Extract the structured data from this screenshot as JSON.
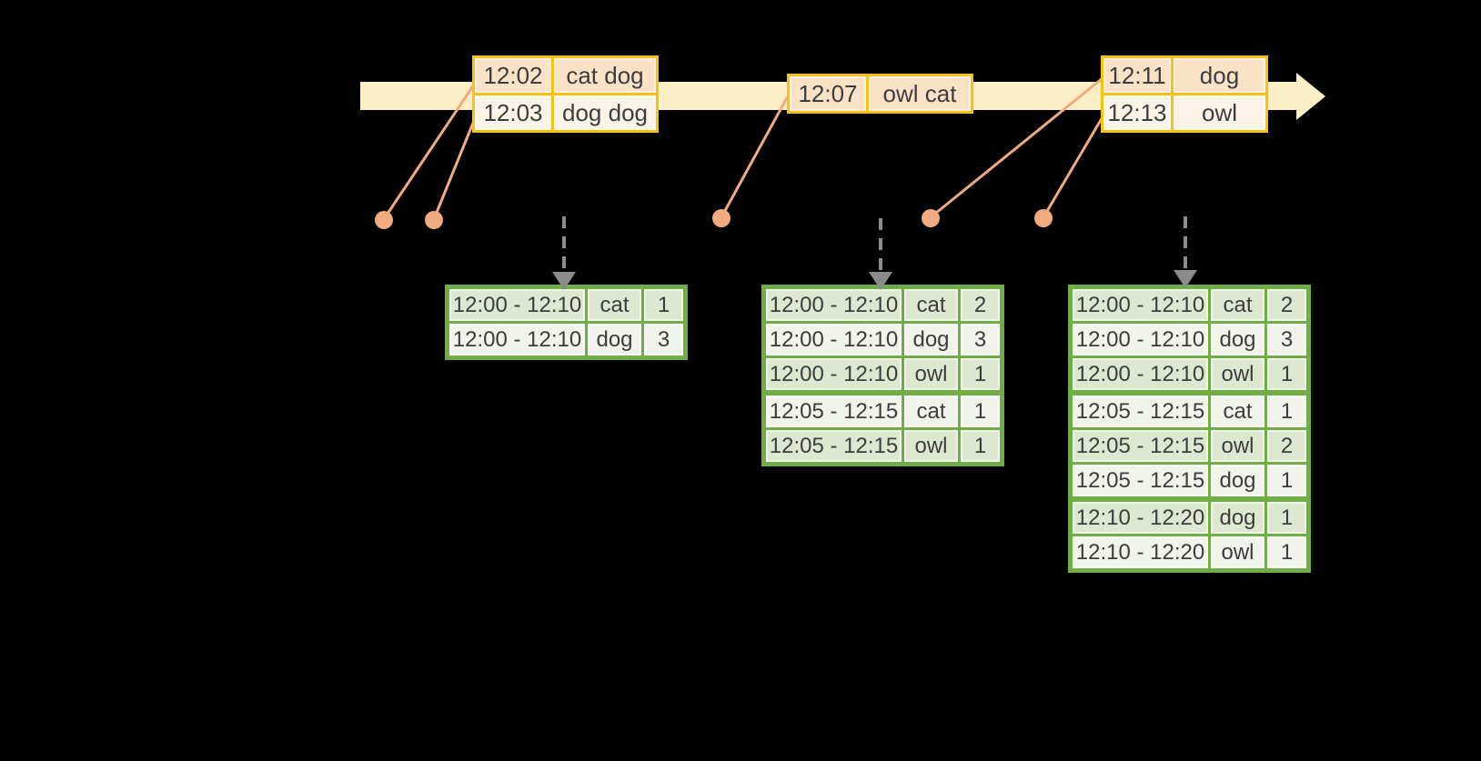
{
  "colors": {
    "background": "#000000",
    "timeline_arrow": "#FCEFC6",
    "event_table_border": "#FCC011",
    "event_row_peach": "#FAE2C6",
    "event_row_cream": "#FDF4E7",
    "connector": "#F1AB7F",
    "trigger_arrow": "#8C8C8C",
    "result_table_border": "#70AD47",
    "result_row_dark": "#DCE8D0",
    "result_row_light": "#F0F4EB",
    "text": "#3D3D3D"
  },
  "icons": {
    "timeline_arrowhead": "right-arrowhead",
    "event_dot": "circle-marker",
    "trigger_arrow": "dashed-down-arrow"
  },
  "event_tables": [
    {
      "rows": [
        {
          "time": "12:02",
          "words": "cat dog"
        },
        {
          "time": "12:03",
          "words": "dog dog"
        }
      ]
    },
    {
      "rows": [
        {
          "time": "12:07",
          "words": "owl cat"
        }
      ]
    },
    {
      "rows": [
        {
          "time": "12:11",
          "words": "dog"
        },
        {
          "time": "12:13",
          "words": "owl"
        }
      ]
    }
  ],
  "result_tables": [
    {
      "rows": [
        {
          "window": "12:00 - 12:10",
          "word": "cat",
          "count": "1"
        },
        {
          "window": "12:00 - 12:10",
          "word": "dog",
          "count": "3"
        }
      ]
    },
    {
      "rows": [
        {
          "window": "12:00 - 12:10",
          "word": "cat",
          "count": "2"
        },
        {
          "window": "12:00 - 12:10",
          "word": "dog",
          "count": "3"
        },
        {
          "window": "12:00 - 12:10",
          "word": "owl",
          "count": "1"
        },
        {
          "window": "12:05 - 12:15",
          "word": "cat",
          "count": "1"
        },
        {
          "window": "12:05 - 12:15",
          "word": "owl",
          "count": "1"
        }
      ]
    },
    {
      "rows": [
        {
          "window": "12:00 - 12:10",
          "word": "cat",
          "count": "2"
        },
        {
          "window": "12:00 - 12:10",
          "word": "dog",
          "count": "3"
        },
        {
          "window": "12:00 - 12:10",
          "word": "owl",
          "count": "1"
        },
        {
          "window": "12:05 - 12:15",
          "word": "cat",
          "count": "1"
        },
        {
          "window": "12:05 - 12:15",
          "word": "owl",
          "count": "2"
        },
        {
          "window": "12:05 - 12:15",
          "word": "dog",
          "count": "1"
        },
        {
          "window": "12:10 - 12:20",
          "word": "dog",
          "count": "1"
        },
        {
          "window": "12:10 - 12:20",
          "word": "owl",
          "count": "1"
        }
      ]
    }
  ]
}
